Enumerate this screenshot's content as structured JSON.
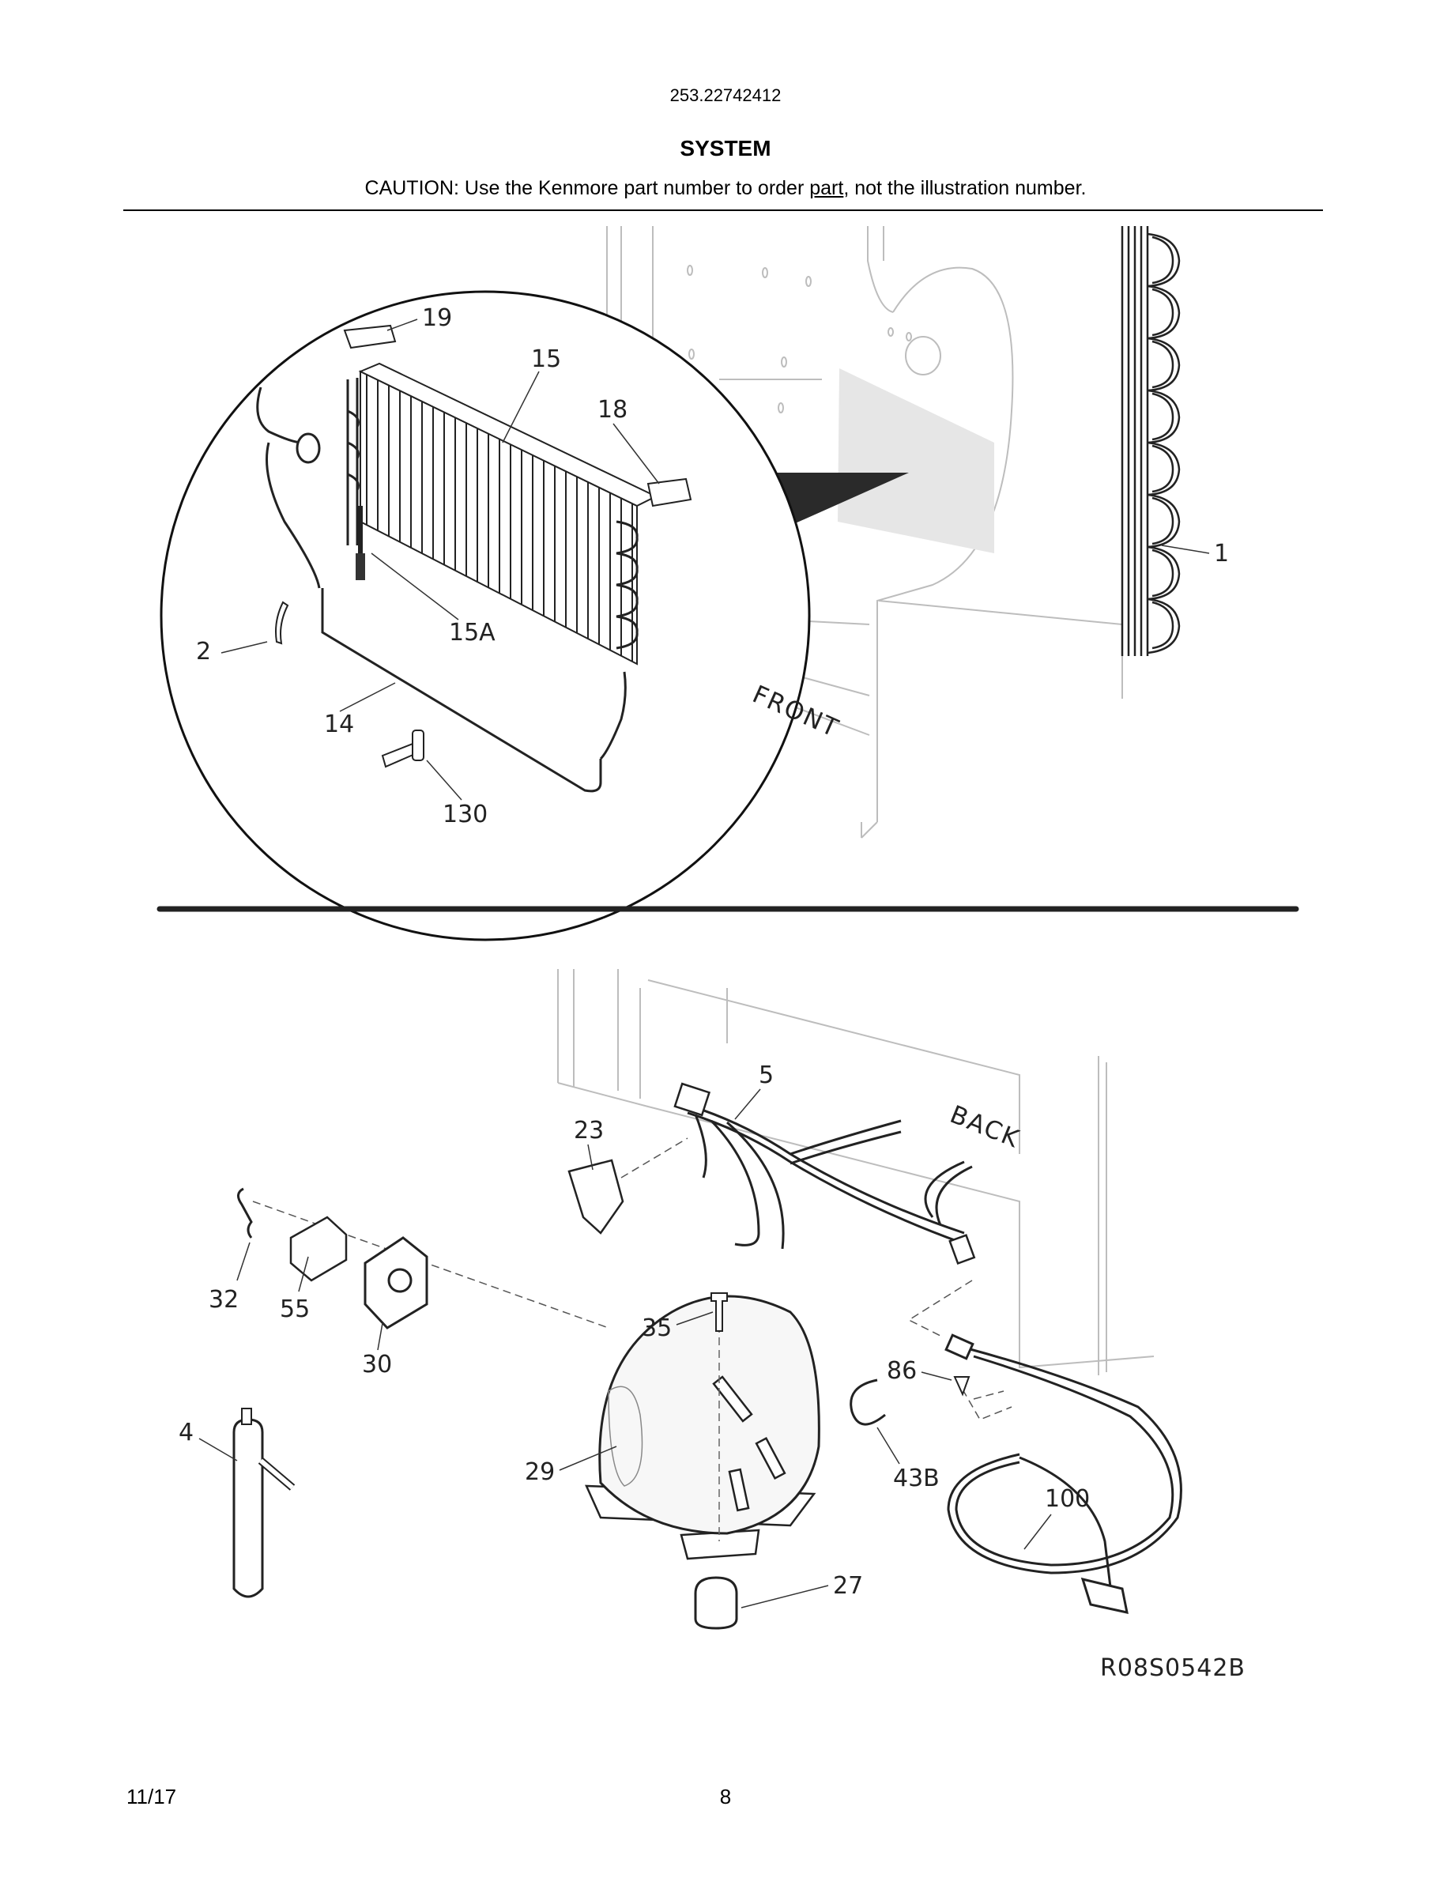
{
  "header": {
    "model_number": "253.22742412",
    "section_title": "SYSTEM",
    "caution_before": "CAUTION: Use the Kenmore part number to order ",
    "caution_link": "part",
    "caution_after": ", not the illustration number."
  },
  "diagram_top": {
    "direction_label": "FRONT",
    "callouts": [
      "19",
      "15",
      "18",
      "1",
      "15A",
      "2",
      "14",
      "130"
    ]
  },
  "diagram_bottom": {
    "direction_label": "BACK",
    "callouts": [
      "5",
      "23",
      "32",
      "55",
      "30",
      "35",
      "86",
      "4",
      "29",
      "43B",
      "100",
      "27"
    ],
    "drawing_code": "R08S0542B"
  },
  "footer": {
    "date": "11/17",
    "page_number": "8"
  }
}
